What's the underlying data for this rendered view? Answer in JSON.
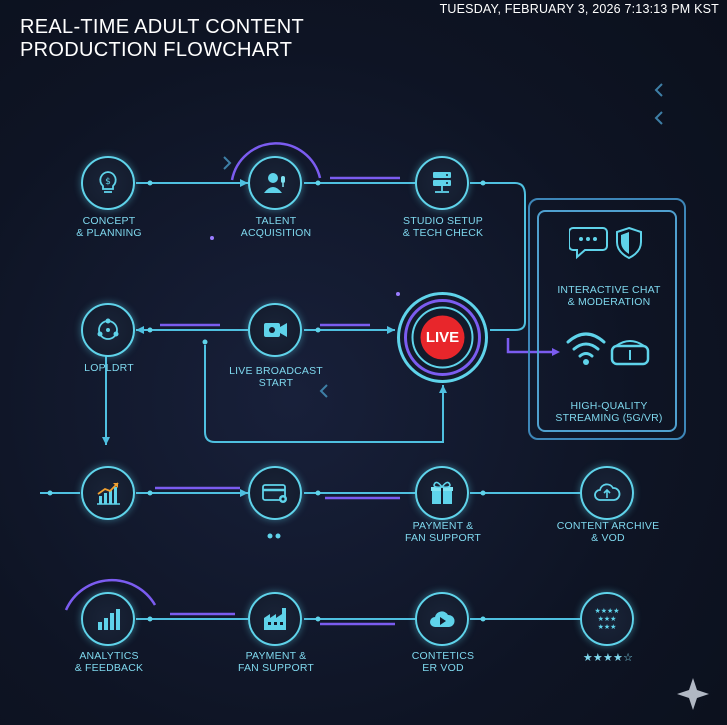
{
  "header": {
    "title_line1": "REAL-TIME ADULT CONTENT",
    "title_line2": "PRODUCTION FLOWCHART",
    "timestamp": "TUESDAY, FEBRUARY 3, 2026   7:13:13 PM KST"
  },
  "live_badge": "LIVE",
  "nodes": {
    "concept": {
      "line1": "CONCEPT",
      "line2": "& PLANNING",
      "icon": "lightbulb-dollar-icon"
    },
    "talent": {
      "line1": "TALENT",
      "line2": "ACQUISITION",
      "icon": "person-microphone-icon"
    },
    "studio": {
      "line1": "STUDIO SETUP",
      "line2": "& TECH CHECK",
      "icon": "server-icon"
    },
    "loopldrt": {
      "line1": "LOPLDRT",
      "icon": "network-cycle-icon"
    },
    "broadcast": {
      "line1": "LIVE BROADCAST",
      "line2": "START",
      "icon": "video-camera-icon"
    },
    "analytics_row3": {
      "icon": "bar-chart-up-icon"
    },
    "card_row3": {
      "icon": "credit-card-icon"
    },
    "payment_row3": {
      "line1": "PAYMENT &",
      "line2": "FAN SUPPORT",
      "icon": "gift-icon"
    },
    "archive_row3": {
      "line1": "CONTENT ARCHIVE",
      "line2": "& VOD",
      "icon": "cloud-upload-icon"
    },
    "analytics": {
      "line1": "ANALYTICS",
      "line2": "& FEEDBACK",
      "icon": "bar-chart-icon"
    },
    "payment_row4": {
      "line1": "PAYMENT &",
      "line2": "FAN SUPPORT",
      "icon": "factory-icon"
    },
    "contetics": {
      "line1": "CONTETICS",
      "line2": "ER VOD",
      "icon": "cloud-play-icon"
    },
    "stars": {
      "line1": "★★★★☆",
      "icon": "star-grid-icon"
    }
  },
  "panel": {
    "chat": {
      "line1": "INTERACTIVE CHAT",
      "line2": "& MODERATION"
    },
    "streaming": {
      "line1": "HIGH-QUALITY",
      "line2": "STREAMING (5G/VR)"
    }
  },
  "colors": {
    "accent": "#5fd3ea",
    "purple": "#7b5cf0",
    "live_red": "#e8262b",
    "label": "#7fd8ee"
  }
}
